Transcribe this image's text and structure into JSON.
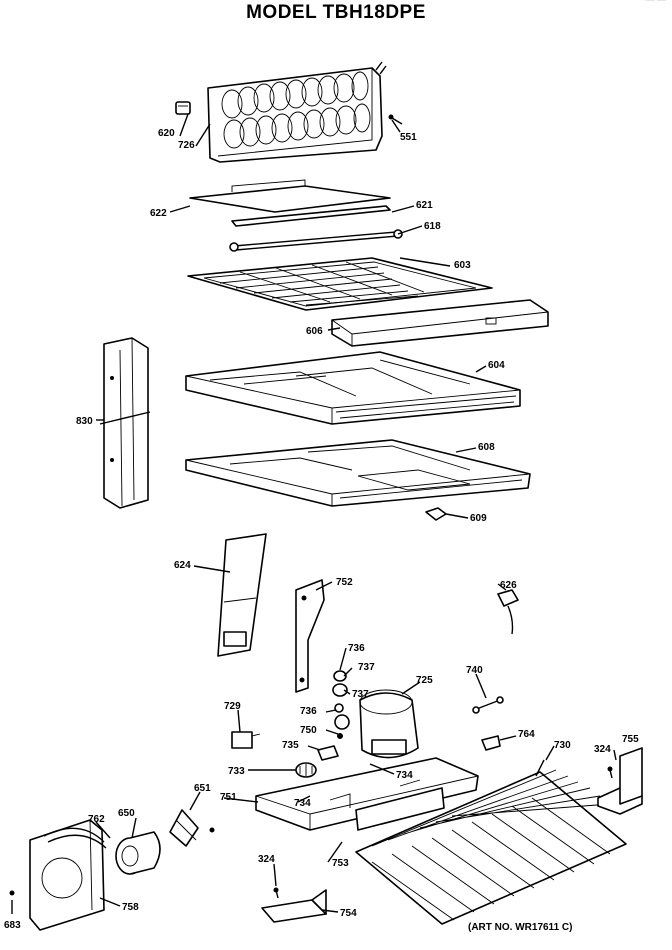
{
  "title": "MODEL TBH18DPE",
  "corner_text": "— —",
  "art_number": "(ART NO. WR17611 C)",
  "parts": {
    "p620": "620",
    "p726": "726",
    "p551": "551",
    "p622": "622",
    "p621": "621",
    "p618": "618",
    "p603": "603",
    "p606": "606",
    "p604": "604",
    "p830": "830",
    "p608": "608",
    "p609": "609",
    "p624": "624",
    "p752": "752",
    "p626": "626",
    "p736a": "736",
    "p737a": "737",
    "p725": "725",
    "p740": "740",
    "p737b": "737",
    "p736b": "736",
    "p729": "729",
    "p750": "750",
    "p764": "764",
    "p730": "730",
    "p324a": "324",
    "p755": "755",
    "p735": "735",
    "p733": "733",
    "p734a": "734",
    "p651": "651",
    "p751": "751",
    "p734b": "734",
    "p762": "762",
    "p650": "650",
    "p753": "753",
    "p324b": "324",
    "p754": "754",
    "p758": "758",
    "p683": "683"
  }
}
